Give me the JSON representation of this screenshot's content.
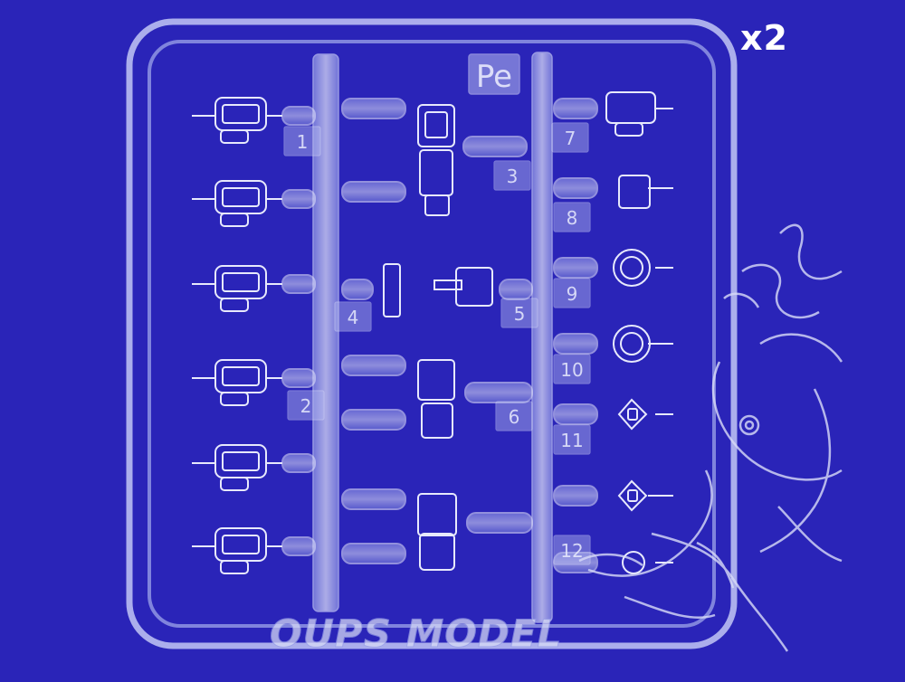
{
  "sprue": {
    "code": "Pe",
    "quantity": "x2",
    "brand_watermark": "OUPS MODEL",
    "part_numbers": [
      {
        "id": "p1",
        "label": "1"
      },
      {
        "id": "p2",
        "label": "2"
      },
      {
        "id": "p3",
        "label": "3"
      },
      {
        "id": "p4",
        "label": "4"
      },
      {
        "id": "p5",
        "label": "5"
      },
      {
        "id": "p6",
        "label": "6"
      },
      {
        "id": "p7",
        "label": "7"
      },
      {
        "id": "p8",
        "label": "8"
      },
      {
        "id": "p9",
        "label": "9"
      },
      {
        "id": "p10",
        "label": "10"
      },
      {
        "id": "p11",
        "label": "11"
      },
      {
        "id": "p12",
        "label": "12"
      }
    ]
  },
  "colors": {
    "background": "#2a24b8",
    "plastic": "#c8ccf4"
  }
}
